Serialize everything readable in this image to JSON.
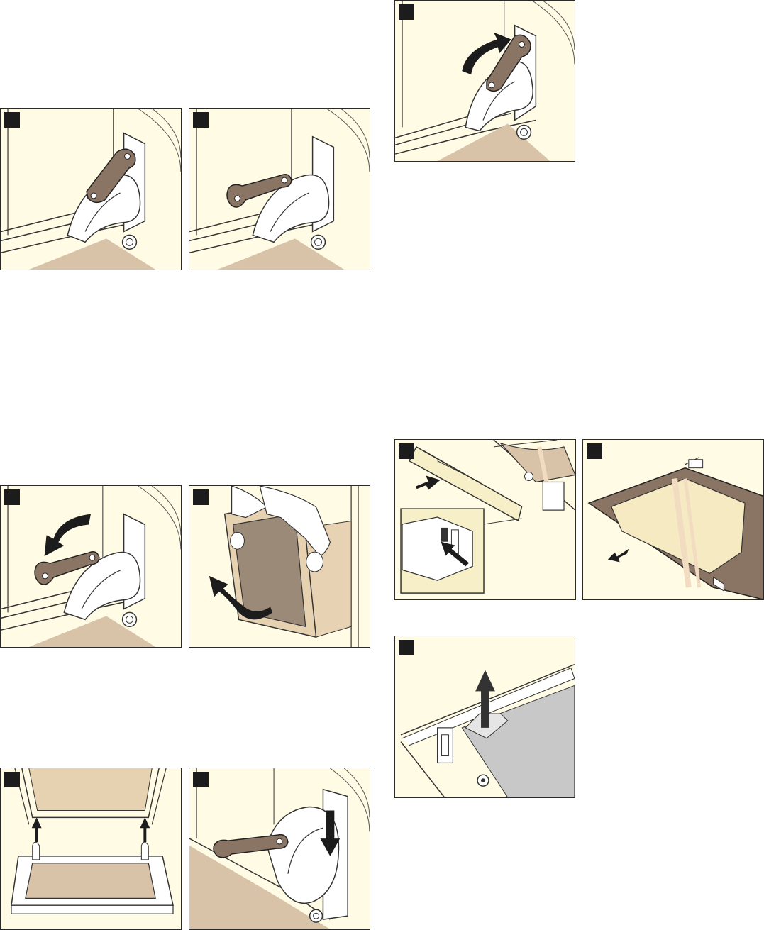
{
  "page": {
    "background_color": "#ffffff"
  },
  "colors": {
    "panel_background": "#fffbe4",
    "panel_border": "#2a2a2a",
    "lever_fill": "#8a7565",
    "floor_fill": "#d8c3a8",
    "glass_fill": "#9c8a78",
    "glass_highlight": "#f1dbc1",
    "arrow_fill": "#1c1c1c",
    "gray_pane": "#c8c8c8",
    "step_marker_fill": "#1c1c1c"
  },
  "panels": [
    {
      "id": "step-panel-hinge-lever-raise",
      "icon": "curved-arrow-up-icon",
      "step_label": ""
    },
    {
      "id": "step-panel-hinge-lever-closed",
      "icon": "hinge-lever-icon",
      "step_label": ""
    },
    {
      "id": "step-panel-hinge-lever-open",
      "icon": "hinge-lever-icon",
      "step_label": ""
    },
    {
      "id": "step-panel-pane-clip-release",
      "icon": "straight-arrow-icon",
      "step_label": ""
    },
    {
      "id": "step-panel-inner-pane-remove",
      "icon": "straight-arrow-icon",
      "step_label": ""
    },
    {
      "id": "step-panel-hinge-lever-lower",
      "icon": "curved-arrow-down-icon",
      "step_label": ""
    },
    {
      "id": "step-panel-door-lift-off",
      "icon": "curved-arrow-icon",
      "step_label": ""
    },
    {
      "id": "step-panel-pane-holder-lift",
      "icon": "arrow-up-icon",
      "step_label": ""
    },
    {
      "id": "step-panel-door-refit",
      "icon": "arrow-up-icon",
      "step_label": ""
    },
    {
      "id": "step-panel-hinge-lever-lock",
      "icon": "arrow-down-icon",
      "step_label": ""
    }
  ]
}
